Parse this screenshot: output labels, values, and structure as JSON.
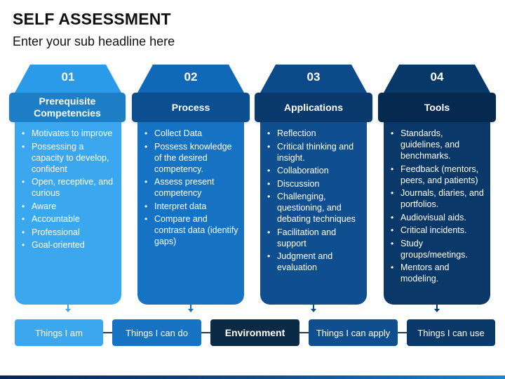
{
  "header": {
    "title": "SELF ASSESSMENT",
    "subtitle": "Enter your sub headline here"
  },
  "columns": [
    {
      "number": "01",
      "title": "Prerequisite Competencies",
      "color_tab": "#2a9be8",
      "color_band": "#1f7fc6",
      "color_body": "#3aa7ef",
      "items": [
        "Motivates to improve",
        "Possessing a capacity to develop, confident",
        "Open, receptive, and curious",
        "Aware",
        "Accountable",
        "Professional",
        "Goal-oriented"
      ]
    },
    {
      "number": "02",
      "title": "Process",
      "color_tab": "#0f68b8",
      "color_band": "#0c4f91",
      "color_body": "#1672c2",
      "items": [
        "Collect Data",
        "Possess knowledge of the desired competency.",
        "Assess present competency",
        "Interpret data",
        "Compare and contrast data (identify gaps)"
      ]
    },
    {
      "number": "03",
      "title": "Applications",
      "color_tab": "#0d4a89",
      "color_band": "#0a3a6d",
      "color_body": "#0f4f90",
      "items": [
        "Reflection",
        "Critical thinking and insight.",
        "Collaboration",
        "Discussion",
        "Challenging, questioning, and debating techniques",
        "Facilitation and support",
        "Judgment and evaluation"
      ]
    },
    {
      "number": "04",
      "title": "Tools",
      "color_tab": "#083867",
      "color_band": "#062a4f",
      "color_body": "#0a3868",
      "items": [
        "Standards, guidelines, and benchmarks.",
        "Feedback (mentors, peers, and patients)",
        "Journals, diaries, and portfolios.",
        "Audiovisual aids.",
        "Critical incidents.",
        "Study groups/meetings.",
        "Mentors and modeling."
      ]
    }
  ],
  "bottom_flow": [
    {
      "label": "Things I am",
      "color": "#3aa7ef"
    },
    {
      "label": "Things I can do",
      "color": "#1672c2"
    },
    {
      "label": "Environment",
      "color": "#0b2a45"
    },
    {
      "label": "Things I can apply",
      "color": "#0f4f90"
    },
    {
      "label": "Things I can use",
      "color": "#0a3868"
    }
  ]
}
